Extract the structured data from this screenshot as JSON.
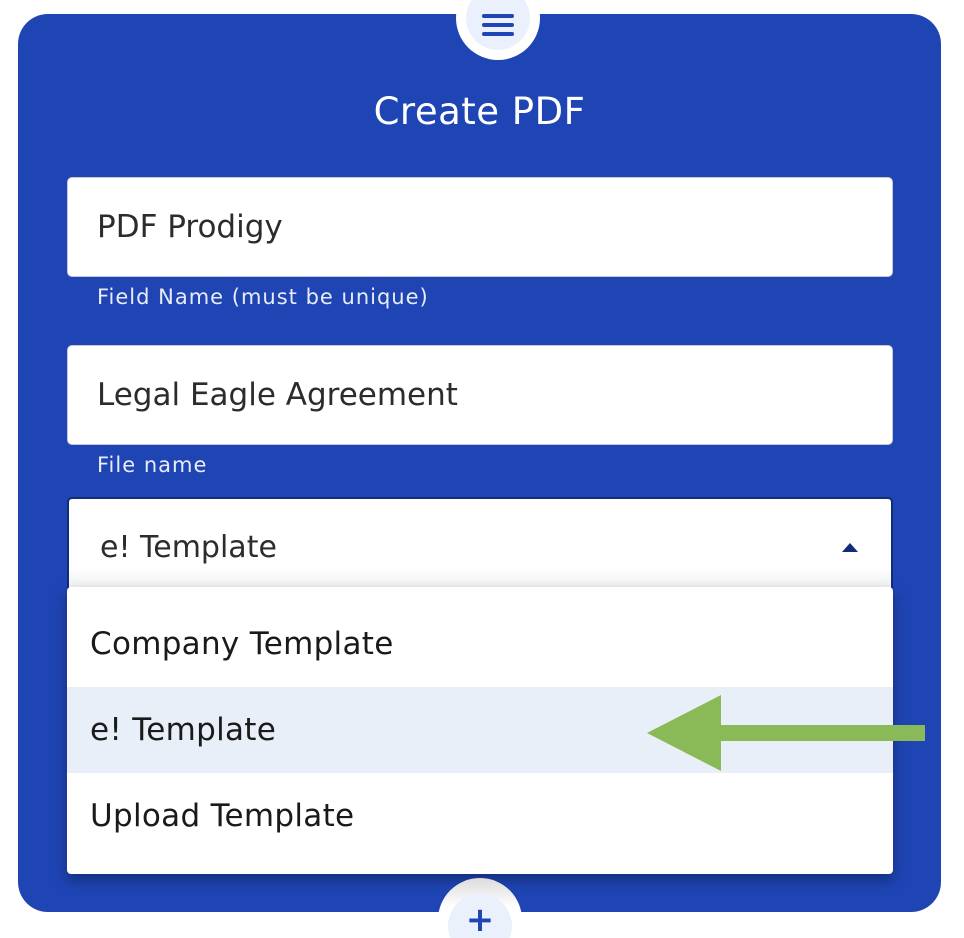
{
  "header": {
    "menu_icon": "hamburger-menu-icon",
    "title": "Create PDF"
  },
  "form": {
    "field_name": {
      "value": "PDF Prodigy",
      "helper": "Field Name (must be unique)"
    },
    "file_name": {
      "value": "Legal Eagle Agreement",
      "helper": "File name"
    },
    "template_select": {
      "selected": "e! Template",
      "caret_icon": "caret-up-icon",
      "options": [
        {
          "label": "Company Template",
          "active": false
        },
        {
          "label": "e! Template",
          "active": true
        },
        {
          "label": "Upload Template",
          "active": false
        }
      ]
    }
  },
  "annotation": {
    "arrow_icon": "arrow-left-icon",
    "color": "#8ab957"
  },
  "footer": {
    "add_icon": "plus-icon",
    "add_symbol": "+"
  },
  "colors": {
    "panel": "#1f45b5",
    "select_border": "#122c7a",
    "active_option": "#e9eff9",
    "fab_inner": "#eaf0fc"
  }
}
